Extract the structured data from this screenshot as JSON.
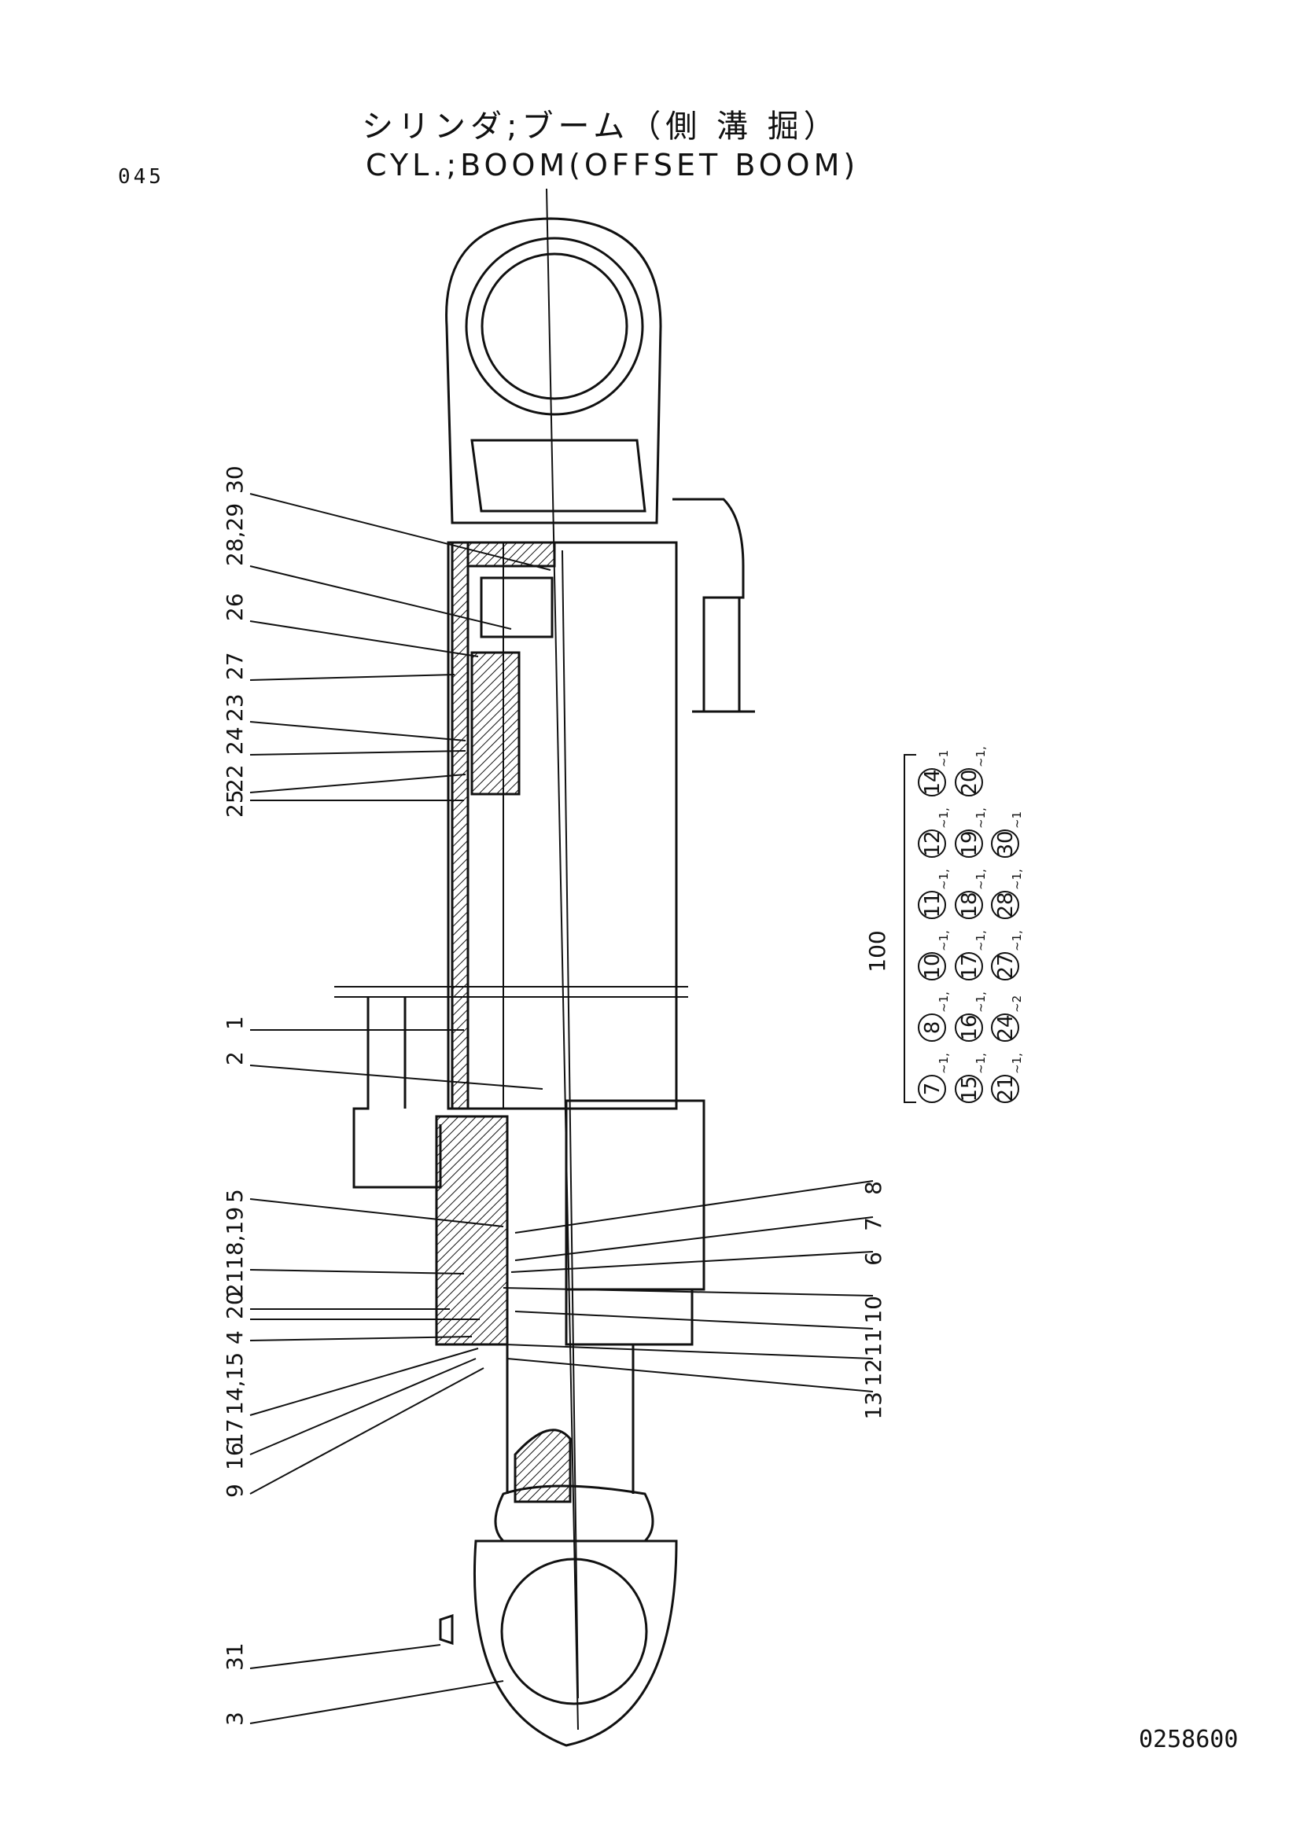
{
  "header": {
    "page_number": "045",
    "title_jp": "シリンダ;ブーム（側 溝 掘）",
    "title_en": "CYL.;BOOM(OFFSET BOOM)"
  },
  "footer": {
    "drawing_number": "0258600"
  },
  "callouts_left": [
    "30",
    "28,29",
    "26",
    "27",
    "23",
    "24",
    "22",
    "25",
    "1",
    "2",
    "5",
    "18,19",
    "21",
    "20",
    "4",
    "14,15",
    "17",
    "16",
    "9",
    "31",
    "3"
  ],
  "callouts_right": [
    "8",
    "7",
    "6",
    "10",
    "11",
    "12",
    "13"
  ],
  "seal_kit": {
    "label": "100",
    "rows": [
      [
        {
          "n": "7",
          "q": "~1,"
        },
        {
          "n": "8",
          "q": "~1,"
        },
        {
          "n": "10",
          "q": "~1,"
        },
        {
          "n": "11",
          "q": "~1,"
        },
        {
          "n": "12",
          "q": "~1,"
        },
        {
          "n": "14",
          "q": "~1"
        }
      ],
      [
        {
          "n": "15",
          "q": "~1,"
        },
        {
          "n": "16",
          "q": "~1,"
        },
        {
          "n": "17",
          "q": "~1,"
        },
        {
          "n": "18",
          "q": "~1,"
        },
        {
          "n": "19",
          "q": "~1,"
        },
        {
          "n": "20",
          "q": "~1,"
        }
      ],
      [
        {
          "n": "21",
          "q": "~1,"
        },
        {
          "n": "24",
          "q": "~2"
        },
        {
          "n": "27",
          "q": "~1,"
        },
        {
          "n": "28",
          "q": "~1,"
        },
        {
          "n": "30",
          "q": "~1"
        }
      ]
    ]
  }
}
